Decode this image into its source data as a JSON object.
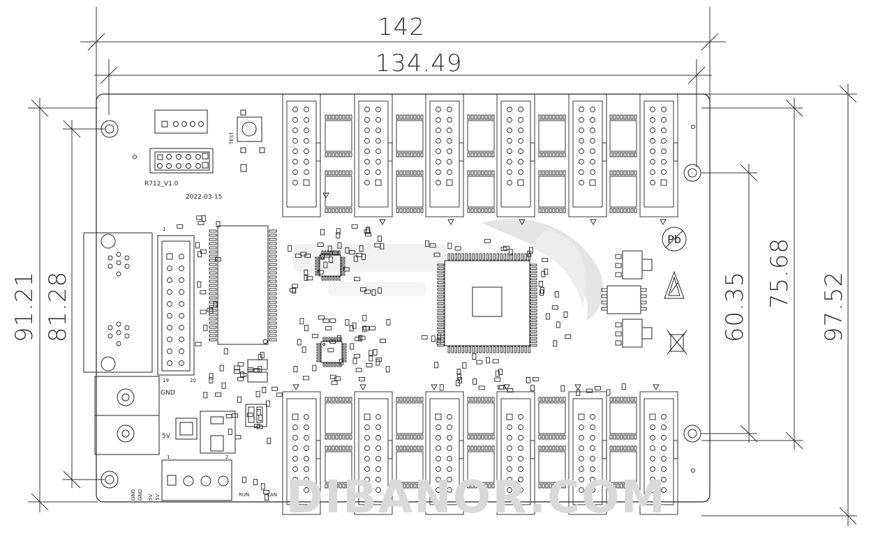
{
  "dimensions": {
    "width_outer": "142",
    "width_inner": "134.49",
    "height_outer": "91.21",
    "height_inner": "81.28",
    "right_inner": "60.35",
    "right_mid": "75.68",
    "right_outer": "97.52"
  },
  "labels": {
    "board_version": "R712_V1.0",
    "date": "2022-03-15",
    "test": "TEST",
    "gnd": "GND",
    "five_v": "5V",
    "pin1": "1",
    "pin2": "2",
    "pin19": "19",
    "pin20": "20",
    "power_terminal": [
      "GND",
      "GND",
      "5V",
      "5V"
    ],
    "run": "RUN",
    "lan": "LAN",
    "pb": "Pb"
  },
  "watermark": {
    "text": "DIBANOR.COM"
  },
  "colors": {
    "line": "#222222",
    "dim_line": "#333333",
    "watermark": "#d9d9d9"
  },
  "icons": [
    "pb-free-icon",
    "esd-warning-icon",
    "weee-bin-icon"
  ]
}
